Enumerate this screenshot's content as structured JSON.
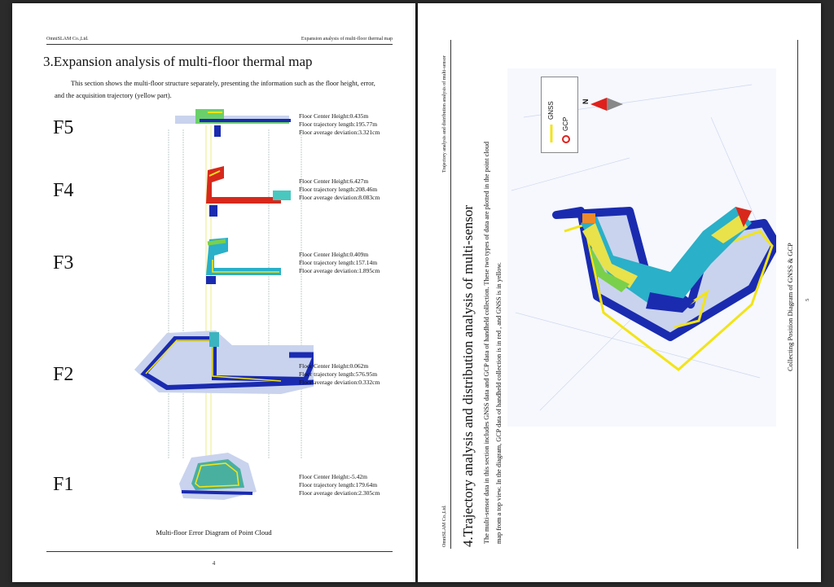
{
  "left_page": {
    "header_left": "OmniSLAM Co.,Ltd.",
    "header_right": "Expansion analysis of multi-floor thermal map",
    "title": "3.Expansion analysis of multi-floor thermal map",
    "intro": "This section shows the multi-floor structure separately, presenting the information such as the floor height, error, and the acquisition trajectory (yellow part).",
    "floors": [
      {
        "label": "F5",
        "center_height": "Floor Center Height:0.435m",
        "trajectory_length": "Floor trajectory length:195.77m",
        "avg_deviation": "Floor average deviation:3.321cm"
      },
      {
        "label": "F4",
        "center_height": "Floor Center Height:6.427m",
        "trajectory_length": "Floor trajectory length:208.46m",
        "avg_deviation": "Floor average deviation:8.083cm"
      },
      {
        "label": "F3",
        "center_height": "Floor Center Height:0.409m",
        "trajectory_length": "Floor trajectory length:157.14m",
        "avg_deviation": "Floor average deviation:1.895cm"
      },
      {
        "label": "F2",
        "center_height": "Floor Center Height:0.062m",
        "trajectory_length": "Floor trajectory length:576.95m",
        "avg_deviation": "Floor average deviation:0.332cm"
      },
      {
        "label": "F1",
        "center_height": "Floor Center Height:-5.42m",
        "trajectory_length": "Floor trajectory length:179.64m",
        "avg_deviation": "Floor average deviation:2.305cm"
      }
    ],
    "caption": "Multi-floor Error Diagram of Point Cloud",
    "page_number": "4"
  },
  "right_page": {
    "header_left": "OmniSLAM Co.,Ltd.",
    "header_right": "Trajectory analysis and distribution analysis of multi-sensor",
    "title": "4.Trajectory analysis and distribution analysis of multi-sensor",
    "body_line1": "The multi-sensor data in this section includes GNSS data and GCP data of handheld collection. These two types of data are plotted in the point cloud",
    "body_line2": "map from a top view. In the diagram, GCP data of handheld collection is in red , and GNSS is in yellow.",
    "legend": {
      "gnss": "GNSS",
      "gcp": "GCP",
      "gnss_color": "#f2e418",
      "gcp_color": "#e0201c"
    },
    "north_label": "N",
    "caption": "Collecting Position Diagram of GNSS & GCP",
    "page_number": "5"
  }
}
